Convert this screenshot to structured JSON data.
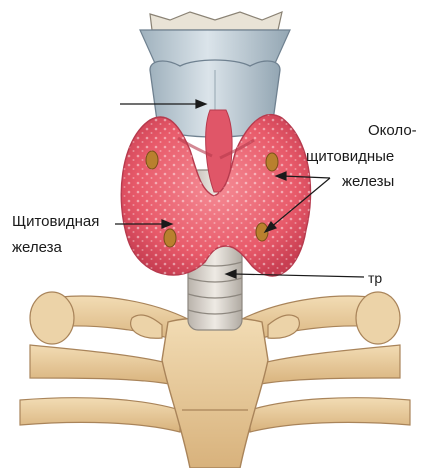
{
  "labels": {
    "thyroid_gland_line1": "Щитовидная",
    "thyroid_gland_line2": "железа",
    "parathyroid_line1": "Около-",
    "parathyroid_line2": "щитовидные",
    "parathyroid_line3": "железы",
    "trachea_fragment": "тр"
  },
  "colors": {
    "cartilage": "#c9d6df",
    "thyroid": "#e85a6a",
    "parathyroid": "#b9802e",
    "bone": "#e8c999",
    "trachea": "#d6d0c8"
  }
}
